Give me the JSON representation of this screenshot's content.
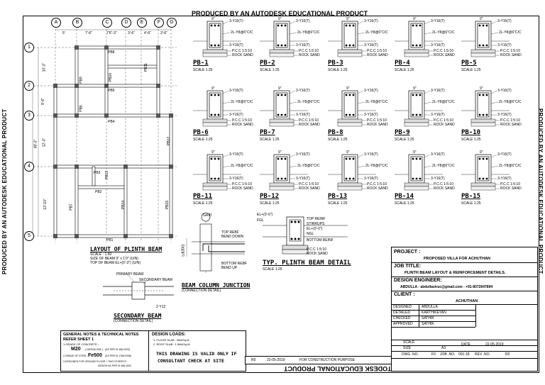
{
  "watermark": {
    "top": "PRODUCED BY AN AUTODESK EDUCATIONAL PRODUCT",
    "bottom": "PRODUCED BY AN AUTODESK EDUCATIONAL PRODUCT",
    "left": "PRODUCED BY AN AUTODESK EDUCATIONAL PRODUCT",
    "right": "PRODUCED BY AN AUTODESK EDUCATIONAL PRODUCT"
  },
  "plan": {
    "col_grids": [
      "A",
      "B",
      "C",
      "D",
      "E",
      "F",
      "G"
    ],
    "row_grids": [
      "1",
      "2",
      "3",
      "4",
      "5"
    ],
    "top_dims": [
      "5'",
      "7'-6\"",
      "7'6\"-3\"",
      "3'-6\"",
      "4'-6\"",
      "3'-6\""
    ],
    "left_dims": [
      "10'-3\"",
      "9'-6\"",
      "12'-3\"",
      "13'-10\""
    ],
    "left_total": "48'-3\"",
    "beams": [
      "PB8",
      "PB9",
      "PB10",
      "PB11",
      "PB5",
      "PB6",
      "PB4",
      "PB12",
      "PB3",
      "PB13",
      "PB2",
      "PB7",
      "PB14",
      "PB15",
      "PB1"
    ],
    "title": "LAYOUT OF PLINTH BEAM",
    "scale": "SCALE : 1:60",
    "note1": "SIZE OF BEAM 9\" x 1'0\" (U/N)",
    "note2": "TOP OF BEAM EL+(0'-3\") (U/N)"
  },
  "sections": [
    {
      "name": "PB-1",
      "scale": "SCALE 1:25"
    },
    {
      "name": "PB-2",
      "scale": "SCALE 1:25"
    },
    {
      "name": "PB-3",
      "scale": "SCALE 1:25"
    },
    {
      "name": "PB-4",
      "scale": "SCALE 1:25"
    },
    {
      "name": "PB-5",
      "scale": "SCALE 1:25"
    },
    {
      "name": "PB-6",
      "scale": "SCALE 1:25"
    },
    {
      "name": "PB-7",
      "scale": "SCALE 1:25"
    },
    {
      "name": "PB-8",
      "scale": "SCALE 1:25"
    },
    {
      "name": "PB-9",
      "scale": "SCALE 1:25"
    },
    {
      "name": "PB-10",
      "scale": "SCALE 1:25"
    },
    {
      "name": "PB-11",
      "scale": "SCALE 1:25"
    },
    {
      "name": "PB-12",
      "scale": "SCALE 1:25"
    },
    {
      "name": "PB-13",
      "scale": "SCALE 1:25"
    },
    {
      "name": "PB-14",
      "scale": "SCALE 1:25"
    },
    {
      "name": "PB-15",
      "scale": "SCALE 1:25"
    }
  ],
  "section_labels": {
    "top_bar": "3-Y16(T)",
    "stirrup": "2L-Y8@6\"C/C",
    "bot_bar": "3-Y16(T)",
    "pcc": "P.C.C 1:5:10",
    "rock": "ROCK SAND",
    "width": "9\""
  },
  "junction": {
    "title": "BEAM COLUMN JUNCTION",
    "sub": "(CONNECTION DETAIL)",
    "grid": "GRID",
    "top_rebf": "TOP REBF",
    "bend_down": "BEND DOWN",
    "bottom_rebf": "BOTTOM REBF",
    "bend_up": "BEND UP",
    "ld": "Ld(300)"
  },
  "typ": {
    "title": "TYP. PLINTH BEAM DETAIL",
    "scale": "SCALE 1:25",
    "el_top": "EL+(0'-6\")",
    "fgl": "FGL",
    "top_reinf": "TOP REINF",
    "stirrups": "STIRRUPS",
    "el_mid": "EL+(0'-0\")",
    "ngl": "NGL",
    "bottom_reinf": "BOTTOM REINF",
    "pcc": "P.C.C 1:5:10",
    "rock": "ROCK SAND"
  },
  "secondary": {
    "title": "SECONDARY BEAM",
    "sub": "(CONNECTION DETAIL)",
    "primary": "PRIMARY BEAM",
    "secondary": "SECONDARY BEAM",
    "bars": "2-Y12"
  },
  "notes": {
    "title": "GENERAL NOTES & TECHNICAL NOTES",
    "refer": "REFER SHEET 1",
    "l1": "1.GRADE OF CONCRETE :-",
    "grade": "M20",
    "l1b": "- ( DESIGN MIX ) , (AS PER IS 456:2000)",
    "l2": "2.GRADE OF STEEL :-",
    "steel": "Fe500",
    "l2b": "(AS PER IS 1786:2008)",
    "l3": "3.DESIGNED FOR GROUND FLOOR + TWO STOREYS",
    "l3b": "DESIGN AS PER IS 456:2000"
  },
  "loads": {
    "title": "DESIGN LOADS:",
    "l1": "1. FLOOR SLAB : 3kN/Sq.M",
    "l2": "2. ROOF SLAB : 1.5kN/Sq.M",
    "valid1": "THIS DRAWING IS VALID ONLY IF",
    "valid2": "CONSULTANT CHECK AT SITE"
  },
  "revision": {
    "rev": "R0",
    "date": "22-05-2019",
    "purpose": "FOR CONSTRUCTION PURPOSE"
  },
  "titleblock": {
    "project_lbl": "PROJECT :",
    "project": "PROPOSED VILLA FOR ACHUTHAN",
    "jobtitle_lbl": "JOB TITLE:",
    "jobtitle": "PLINTH BEAM LAYOUT & REINFORCEMENT DETAILS.",
    "engineer_lbl": "DESIGN ENGINEER:",
    "engineer": "ABDULLA - abdullastruc@gmail.com - +91-8072647894",
    "client_lbl": "CLIENT :",
    "client": "ACHUTHAN",
    "designed_lbl": "DESIGNED",
    "designed": "ABDULLA",
    "detailed_lbl": "DETAILED",
    "detailed": "KARTHIKEYAN",
    "checked_lbl": "CHECKED",
    "checked": "SATHIK",
    "approved_lbl": "APPROVED",
    "approved": "SATHIK",
    "scale_lbl": "SCALE",
    "size_lbl": "SIZE",
    "size": "A3",
    "date_lbl": "DATE",
    "date": "22-05-2019",
    "dwg_lbl": "DWG .NO.",
    "dwg": "F0",
    "job_lbl": "JOB .NO.",
    "job": "001-18",
    "rev_lbl": "REV .NO.",
    "rev": "R0"
  }
}
